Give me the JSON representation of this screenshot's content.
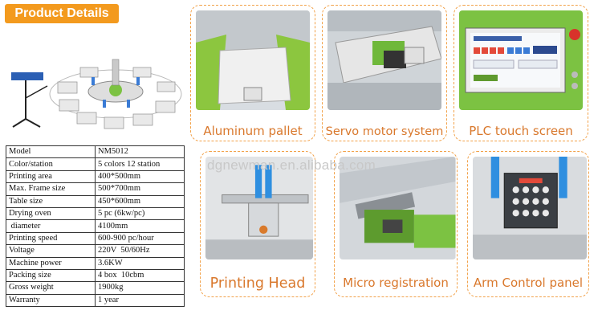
{
  "header": {
    "title": "Product Details"
  },
  "specs": [
    {
      "k": "Model",
      "v": "NM5012"
    },
    {
      "k": "Color/station",
      "v": "5 colors 12 station"
    },
    {
      "k": "Printing area",
      "v": "400*500mm"
    },
    {
      "k": "Max. Frame size",
      "v": "500*700mm"
    },
    {
      "k": "Table size",
      "v": "450*600mm"
    },
    {
      "k": "Drying oven",
      "v": "5 pc (6kw/pc)"
    },
    {
      "k": " diameter",
      "v": "4100mm"
    },
    {
      "k": "Printing speed",
      "v": "600-900 pc/hour"
    },
    {
      "k": "Voltage",
      "v": "220V  50/60Hz"
    },
    {
      "k": "Machine power",
      "v": "3.6KW"
    },
    {
      "k": "Packing size",
      "v": "4 box  10cbm"
    },
    {
      "k": "Gross weight",
      "v": "1900kg"
    },
    {
      "k": "Warranty",
      "v": "1 year"
    }
  ],
  "cards": {
    "aluminum": "Aluminum pallet",
    "servo": "Servo motor system",
    "plc": "PLC touch screen",
    "head": "Printing Head",
    "micro": "Micro registration",
    "arm": "Arm Control panel"
  },
  "watermark": "dgnewman.en.alibaba.com",
  "colors": {
    "accent": "#f39a1e",
    "caption": "#d9782c",
    "machine_green": "#7cc242"
  }
}
